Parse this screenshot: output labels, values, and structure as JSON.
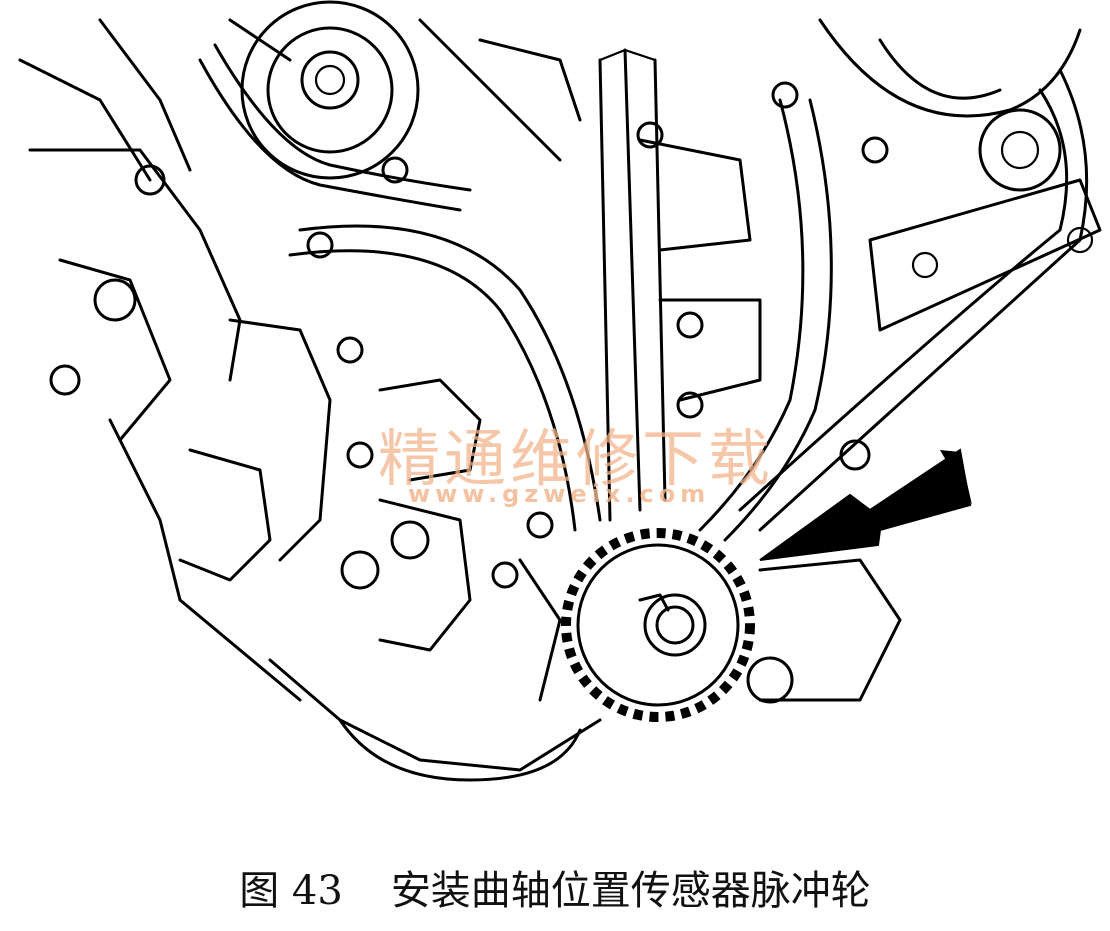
{
  "figure": {
    "watermark_text": "精通维修下载",
    "watermark_url": "www.gzweix.com",
    "icons": [
      "engine-timing-drawing-icon",
      "arrow-pointer-icon",
      "crankshaft-sprocket-icon"
    ]
  },
  "caption": {
    "number": "图 43",
    "text": "安装曲轴位置传感器脉冲轮"
  }
}
